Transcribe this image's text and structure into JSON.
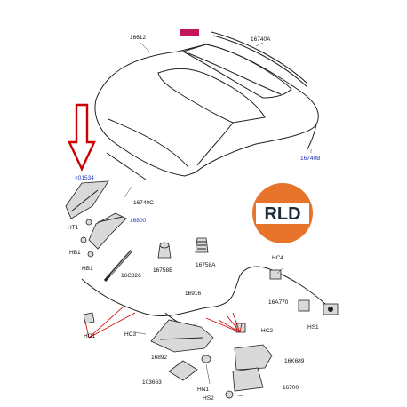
{
  "labels": {
    "hood": "16612",
    "highlighted": "",
    "seal_top_right": "16740A",
    "seal_right": "16740B",
    "left_part": "<01534",
    "seal_front_left": "16740C",
    "hinge": "16800",
    "ht1": "HT1",
    "hb1_top": "HB1",
    "hb1_bottom": "HB1",
    "strut": "16C826",
    "buffer_b": "16758B",
    "buffer_a": "16758A",
    "hc4": "HC4",
    "cable": "16916",
    "a770": "16A770",
    "hs1": "HS1",
    "hc1": "HC1",
    "hc3": "HC3",
    "hc2": "HC2",
    "bracket": "16892",
    "latch_k": "16K689",
    "b103": "103663",
    "hn1": "HN1",
    "hs2": "HS2",
    "latch": "16700"
  },
  "logo": {
    "text": "RLD",
    "color": "#e8732a"
  },
  "colors": {
    "highlight_box": "#c2185b",
    "leader_lines": "#cc0000",
    "arrow": "#cc0000",
    "blue_labels": "#1a2fb8"
  }
}
